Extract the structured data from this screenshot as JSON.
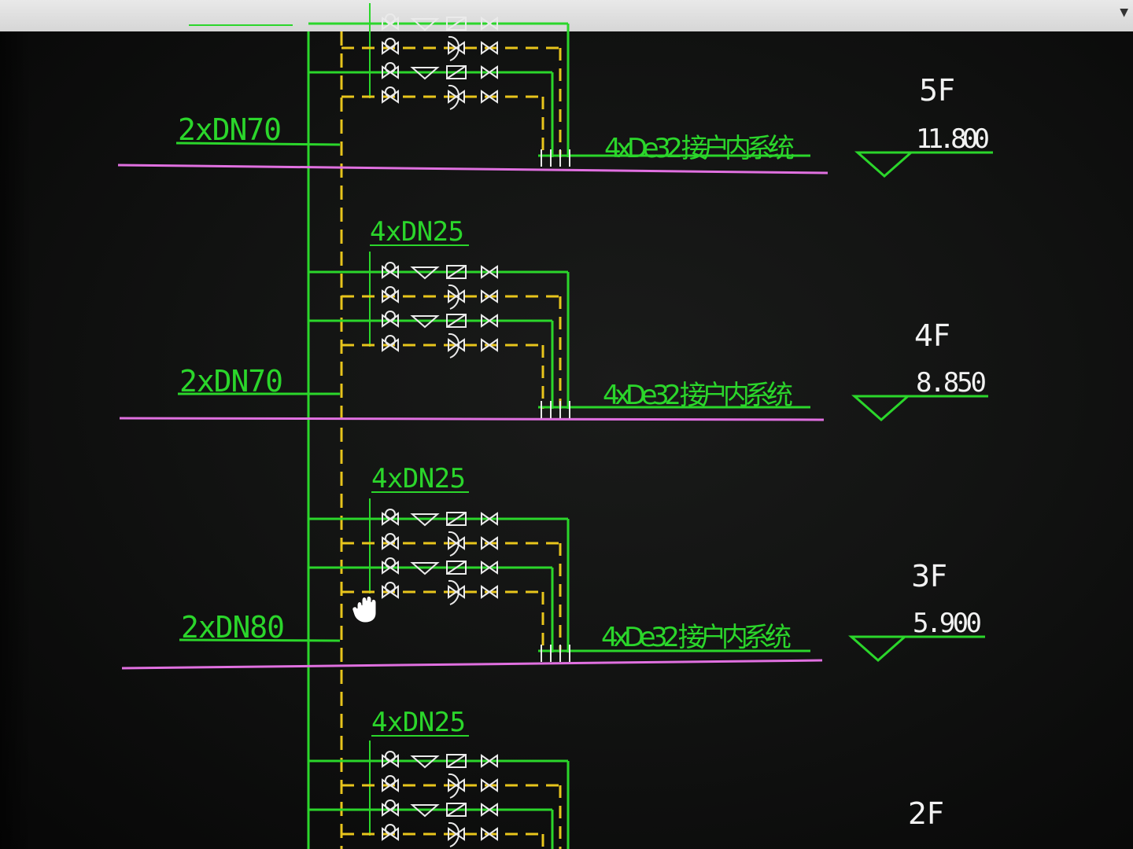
{
  "floors": [
    {
      "name": "5F",
      "elevation": "11.800",
      "supply": "2xDN70",
      "branch": "4xDe32 接户内系统"
    },
    {
      "name": "4F",
      "elevation": "8.850",
      "supply": "2xDN70",
      "branch": "4xDe32 接户内系统",
      "meters": "4xDN25"
    },
    {
      "name": "3F",
      "elevation": "5.900",
      "supply": "2xDN80",
      "branch": "4xDe32 接户内系统",
      "meters": "4xDN25"
    },
    {
      "name": "2F",
      "meters": "4xDN25"
    }
  ],
  "colors": {
    "pipe_green": "#2bd62b",
    "return_yellow": "#e8c51c",
    "floor_magenta": "#e070e0",
    "valve_white": "#eaeaea",
    "text_white": "#f2f2f2"
  },
  "cursor": "hand-icon"
}
